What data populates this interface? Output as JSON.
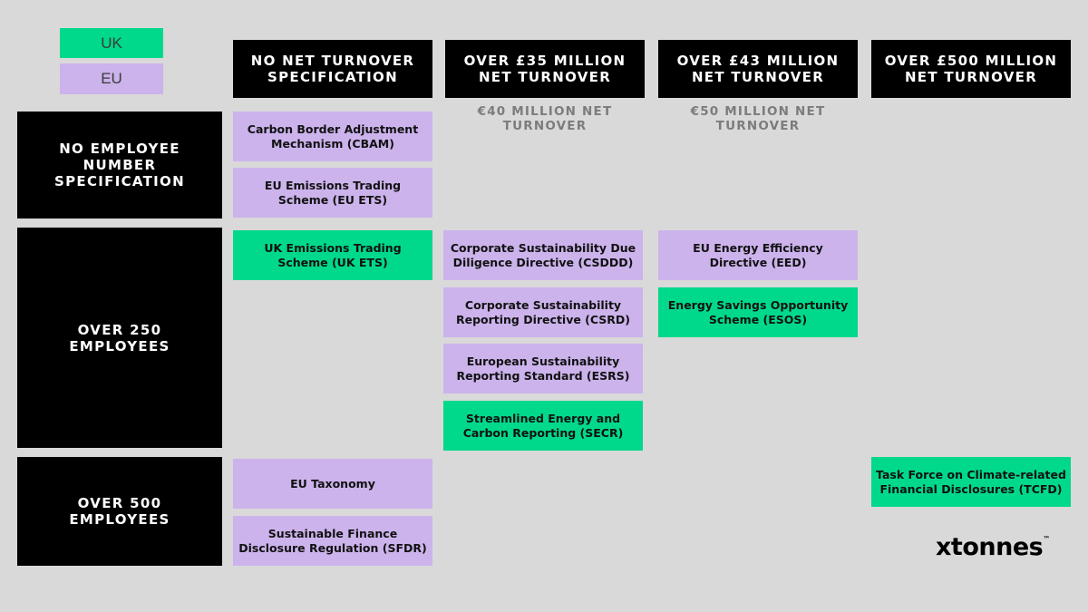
{
  "legend": {
    "uk": {
      "label": "UK",
      "color": "#00d98b"
    },
    "eu": {
      "label": "EU",
      "color": "#ccb3ec"
    }
  },
  "columns": [
    {
      "label": "NO NET TURNOVER SPECIFICATION",
      "sub": ""
    },
    {
      "label": "OVER £35 MILLION NET TURNOVER",
      "sub": "€40 MILLION NET TURNOVER"
    },
    {
      "label": "OVER £43 MILLION NET TURNOVER",
      "sub": "€50 MILLION NET TURNOVER"
    },
    {
      "label": "OVER £500 MILLION NET TURNOVER",
      "sub": ""
    }
  ],
  "rows": [
    {
      "label": "NO EMPLOYEE NUMBER SPECIFICATION"
    },
    {
      "label": "OVER 250 EMPLOYEES"
    },
    {
      "label": "OVER 500 EMPLOYEES"
    }
  ],
  "regulations": [
    {
      "label": "Carbon Border Adjustment Mechanism (CBAM)",
      "region": "EU"
    },
    {
      "label": "EU Emissions Trading Scheme (EU ETS)",
      "region": "EU"
    },
    {
      "label": "UK Emissions Trading Scheme (UK ETS)",
      "region": "UK"
    },
    {
      "label": "Corporate Sustainability Due Diligence Directive (CSDDD)",
      "region": "EU"
    },
    {
      "label": "Corporate Sustainability Reporting Directive (CSRD)",
      "region": "EU"
    },
    {
      "label": "European Sustainability Reporting Standard (ESRS)",
      "region": "EU"
    },
    {
      "label": "Streamlined Energy and Carbon Reporting (SECR)",
      "region": "UK"
    },
    {
      "label": "EU Energy Efficiency Directive (EED)",
      "region": "EU"
    },
    {
      "label": "Energy Savings Opportunity Scheme (ESOS)",
      "region": "UK"
    },
    {
      "label": "EU Taxonomy",
      "region": "EU"
    },
    {
      "label": "Sustainable Finance Disclosure Regulation (SFDR)",
      "region": "EU"
    },
    {
      "label": "Task Force on Climate-related Financial Disclosures (TCFD)",
      "region": "UK"
    }
  ],
  "brand": {
    "name": "xtonnes",
    "tm": "™"
  }
}
